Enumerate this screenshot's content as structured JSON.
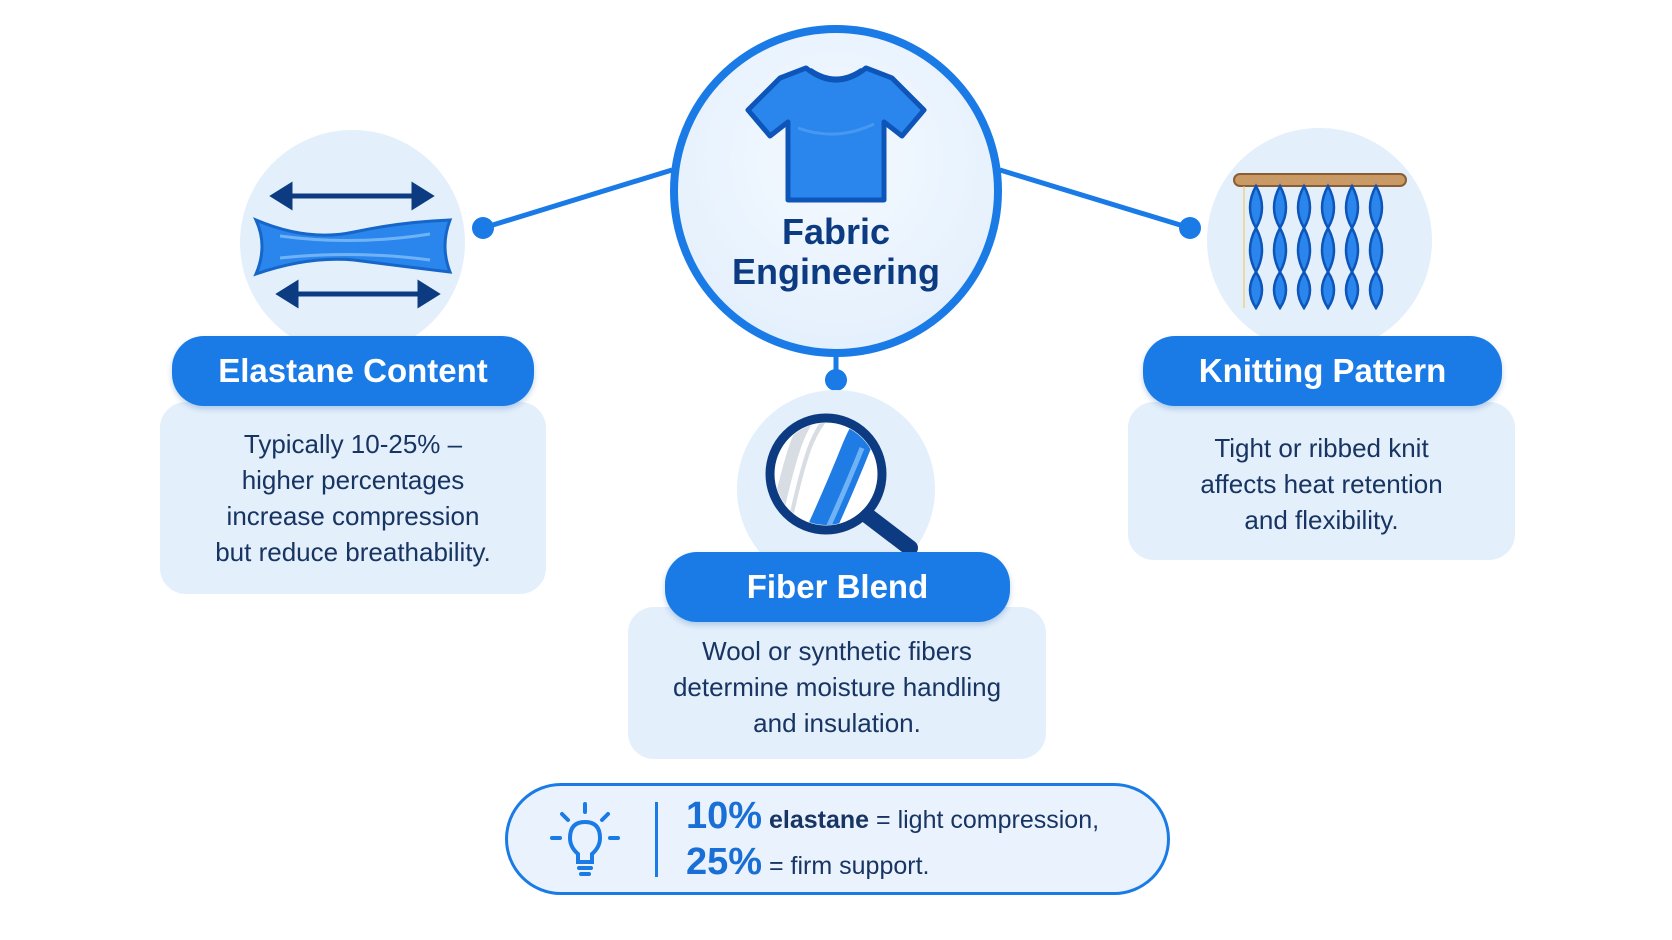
{
  "hub": {
    "title_line1": "Fabric",
    "title_line2": "Engineering",
    "icon": "t-shirt-icon"
  },
  "nodes": {
    "elastane": {
      "label": "Elastane Content",
      "icon": "stretch-fabric-icon",
      "desc_lines": [
        "Typically 10-25% –",
        "higher percentages",
        "increase compression",
        "but reduce breathability."
      ]
    },
    "knitting": {
      "label": "Knitting Pattern",
      "icon": "knit-stitches-icon",
      "desc_lines": [
        "Tight or ribbed knit",
        "affects heat retention",
        "and flexibility."
      ]
    },
    "fiber": {
      "label": "Fiber Blend",
      "icon": "magnifier-fibers-icon",
      "desc_lines": [
        "Wool or synthetic fibers",
        "determine moisture handling",
        "and insulation."
      ]
    }
  },
  "tip": {
    "icon": "lightbulb-icon",
    "line1_value": "10%",
    "line1_bold": "elastane",
    "line1_rest": "= light compression,",
    "line2_value": "25%",
    "line2_rest": "= firm support."
  },
  "colors": {
    "accent": "#1a7be6",
    "dark_text": "#0d3b82",
    "card_bg": "#e3effb",
    "white": "#ffffff"
  }
}
